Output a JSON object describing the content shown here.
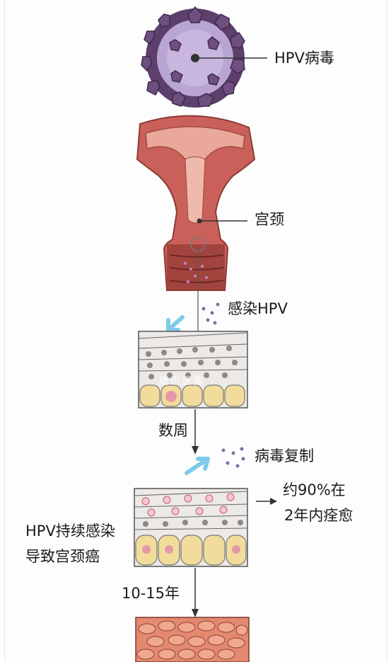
{
  "labels": {
    "hpv_virus": "HPV病毒",
    "cervix": "宫颈",
    "infect_hpv": "感染HPV",
    "weeks": "数周",
    "virus_replication": "病毒复制",
    "clear_line1": "约90%在",
    "clear_line2": "2年内痊愈",
    "persistent_line1": "HPV持续感染",
    "persistent_line2": "导致宫颈癌",
    "years": "10-15年"
  },
  "watermark": "腾讯医典",
  "colors": {
    "virus": "#8a6a9e",
    "uterus": "#c9615a",
    "cell_fill": "#ece9e6",
    "basal_cell": "#f2dc9b",
    "arrow_blue": "#7ecbe8",
    "cancer_tissue": "#e3896f"
  }
}
